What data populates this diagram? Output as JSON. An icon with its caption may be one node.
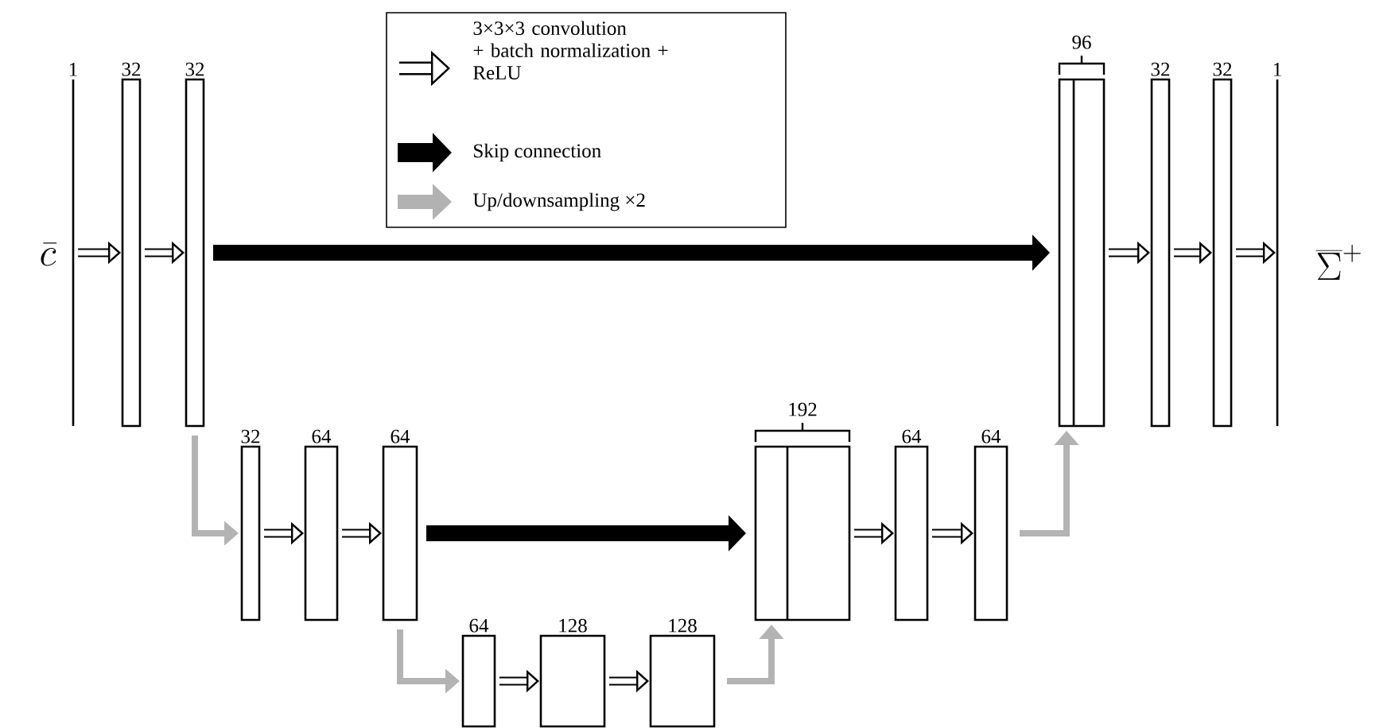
{
  "diagram": {
    "nodes": [
      {
        "text": [
          "1"
        ]
      },
      {
        "text": [
          "32"
        ]
      },
      {
        "text": [
          "32"
        ]
      },
      {
        "text": [
          "32"
        ]
      },
      {
        "text": [
          "64"
        ]
      },
      {
        "text": [
          "64"
        ]
      },
      {
        "text": [
          "64"
        ]
      },
      {
        "text": [
          "128"
        ]
      },
      {
        "text": [
          "128"
        ]
      },
      {
        "text": [
          "192"
        ]
      },
      {
        "text": [
          "64"
        ]
      },
      {
        "text": [
          "64"
        ]
      },
      {
        "text": [
          "96"
        ]
      },
      {
        "text": [
          "32"
        ]
      },
      {
        "text": [
          "32"
        ]
      },
      {
        "text": [
          "1"
        ]
      }
    ],
    "edges": [
      {
        "from": 0,
        "to": 1,
        "arrow": "to"
      },
      {
        "from": 1,
        "to": 2,
        "arrow": "to"
      },
      {
        "from": 2,
        "to": 12,
        "arrow": "to",
        "style": "thick"
      },
      {
        "from": 2,
        "to": 3,
        "arrow": "to",
        "color": "#b3b3b3"
      },
      {
        "from": 3,
        "to": 4,
        "arrow": "to"
      },
      {
        "from": 4,
        "to": 5,
        "arrow": "to"
      },
      {
        "from": 5,
        "to": 9,
        "arrow": "to",
        "style": "thick"
      },
      {
        "from": 5,
        "to": 6,
        "arrow": "to",
        "color": "#b3b3b3"
      },
      {
        "from": 6,
        "to": 7,
        "arrow": "to"
      },
      {
        "from": 7,
        "to": 8,
        "arrow": "to"
      },
      {
        "from": 8,
        "to": 9,
        "arrow": "to",
        "color": "#b3b3b3"
      },
      {
        "from": 9,
        "to": 10,
        "arrow": "to"
      },
      {
        "from": 10,
        "to": 11,
        "arrow": "to"
      },
      {
        "from": 11,
        "to": 12,
        "arrow": "to",
        "color": "#b3b3b3"
      },
      {
        "from": 12,
        "to": 13,
        "arrow": "to"
      },
      {
        "from": 13,
        "to": 14,
        "arrow": "to"
      },
      {
        "from": 14,
        "to": 15,
        "arrow": "to"
      }
    ],
    "labels": [
      "\\bar{c}",
      "\\overline{\\Sigma}^{+}"
    ],
    "legend": [
      {
        "text": "3×3×3 convolution + batch normalization + ReLU"
      },
      {
        "text": "Skip connection"
      },
      {
        "text": "Up/downsampling ×2"
      }
    ]
  }
}
